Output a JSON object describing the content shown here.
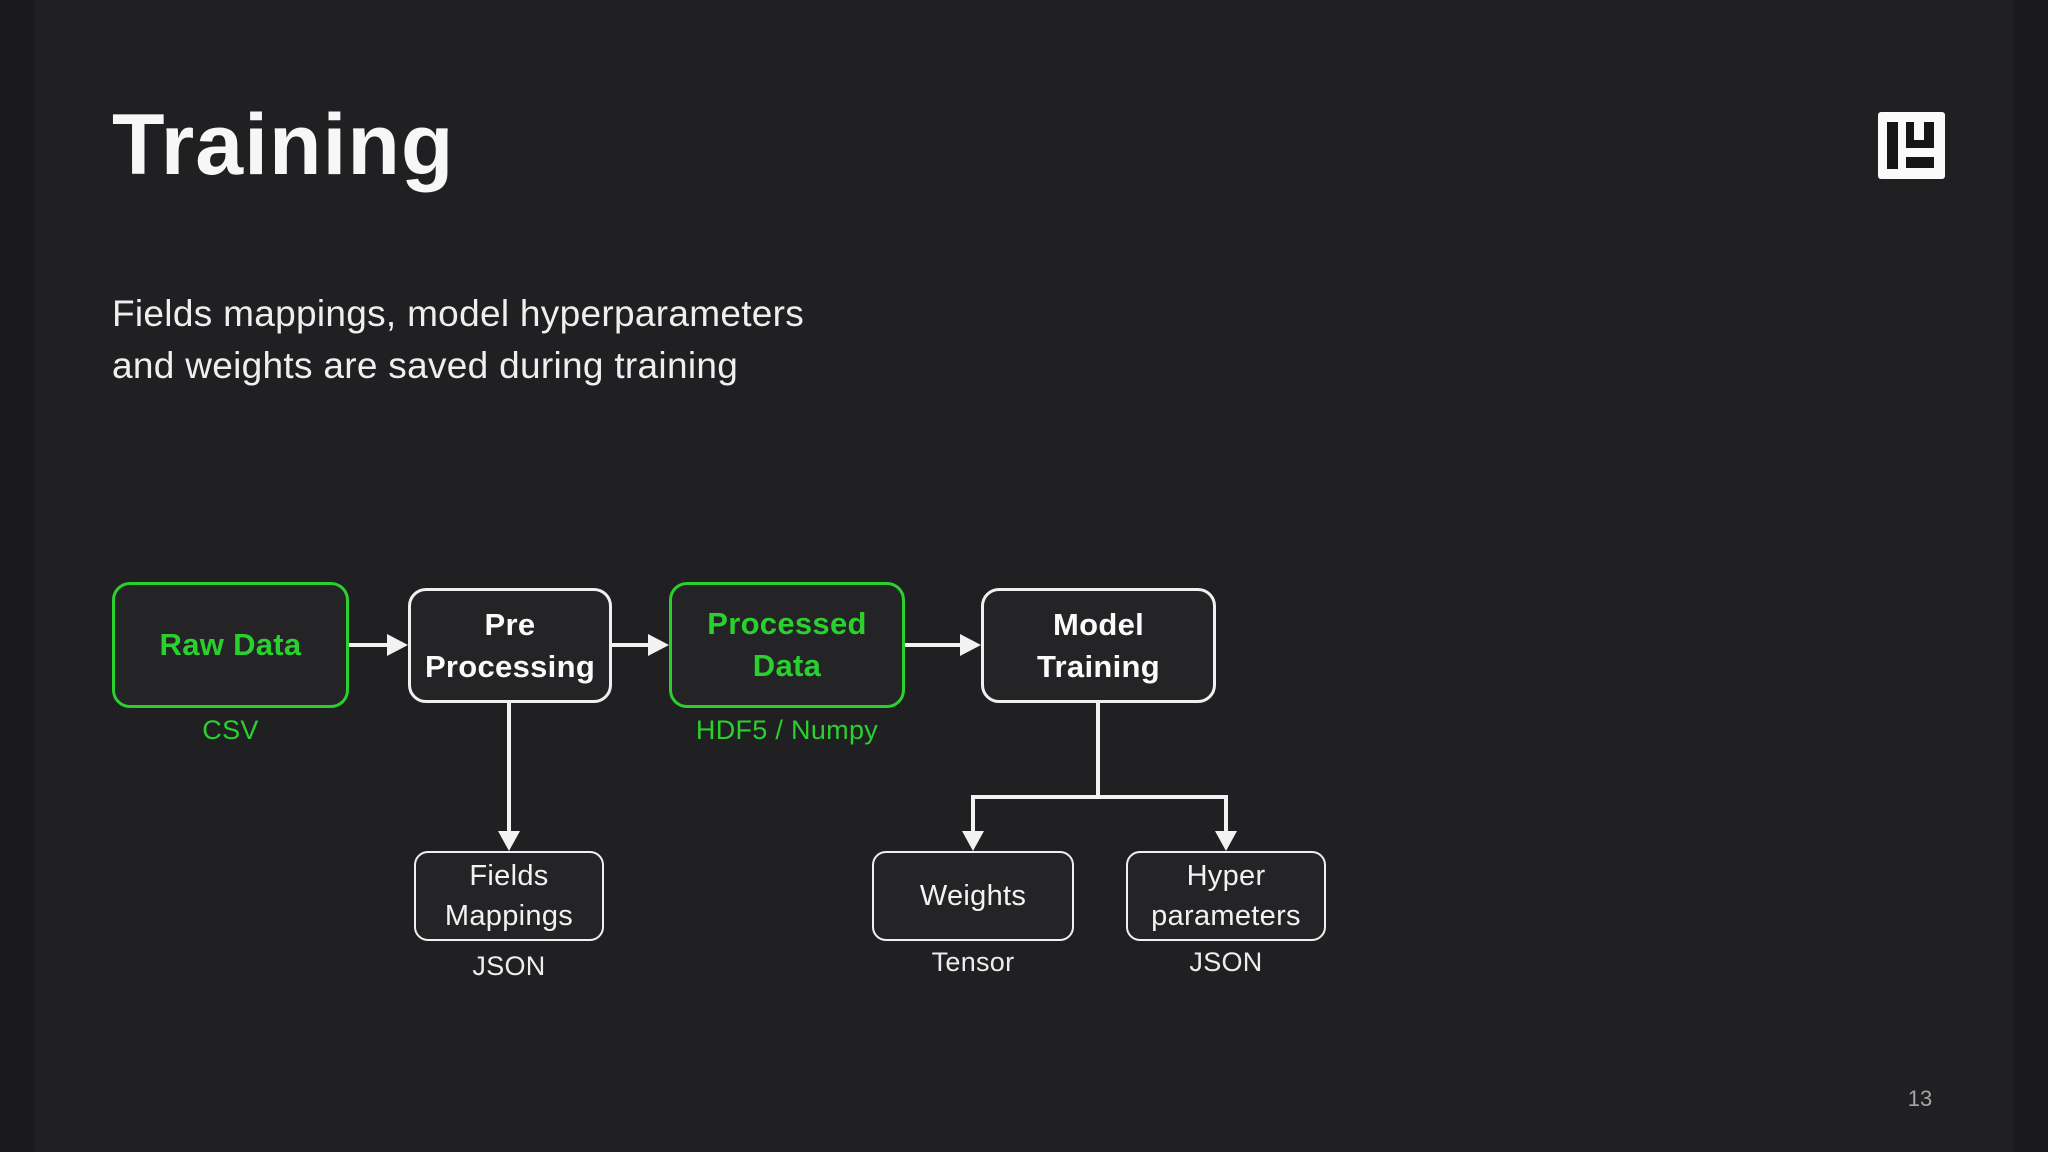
{
  "slide": {
    "title": "Training",
    "subtitle_line1": "Fields mappings, model hyperparameters",
    "subtitle_line2": "and weights are saved during training",
    "page_number": "13"
  },
  "colors": {
    "background": "#202022",
    "accent_green": "#2ad12e",
    "line_white": "#f2f2f2"
  },
  "logo": {
    "glyph": "LU monogram in white square"
  },
  "diagram": {
    "nodes": {
      "raw_data": {
        "line1": "Raw Data",
        "caption": "CSV",
        "accent": "green"
      },
      "pre_processing": {
        "line1": "Pre",
        "line2": "Processing",
        "accent": "white"
      },
      "processed_data": {
        "line1": "Processed",
        "line2": "Data",
        "caption": "HDF5 / Numpy",
        "accent": "green"
      },
      "model_training": {
        "line1": "Model",
        "line2": "Training",
        "accent": "white"
      },
      "fields_mappings": {
        "line1": "Fields",
        "line2": "Mappings",
        "caption": "JSON",
        "accent": "white"
      },
      "weights": {
        "line1": "Weights",
        "caption": "Tensor",
        "accent": "white"
      },
      "hyper_parameters": {
        "line1": "Hyper",
        "line2": "parameters",
        "caption": "JSON",
        "accent": "white"
      }
    },
    "edges": [
      {
        "from": "raw_data",
        "to": "pre_processing"
      },
      {
        "from": "pre_processing",
        "to": "processed_data"
      },
      {
        "from": "processed_data",
        "to": "model_training"
      },
      {
        "from": "pre_processing",
        "to": "fields_mappings"
      },
      {
        "from": "model_training",
        "to": "weights"
      },
      {
        "from": "model_training",
        "to": "hyper_parameters"
      }
    ]
  }
}
